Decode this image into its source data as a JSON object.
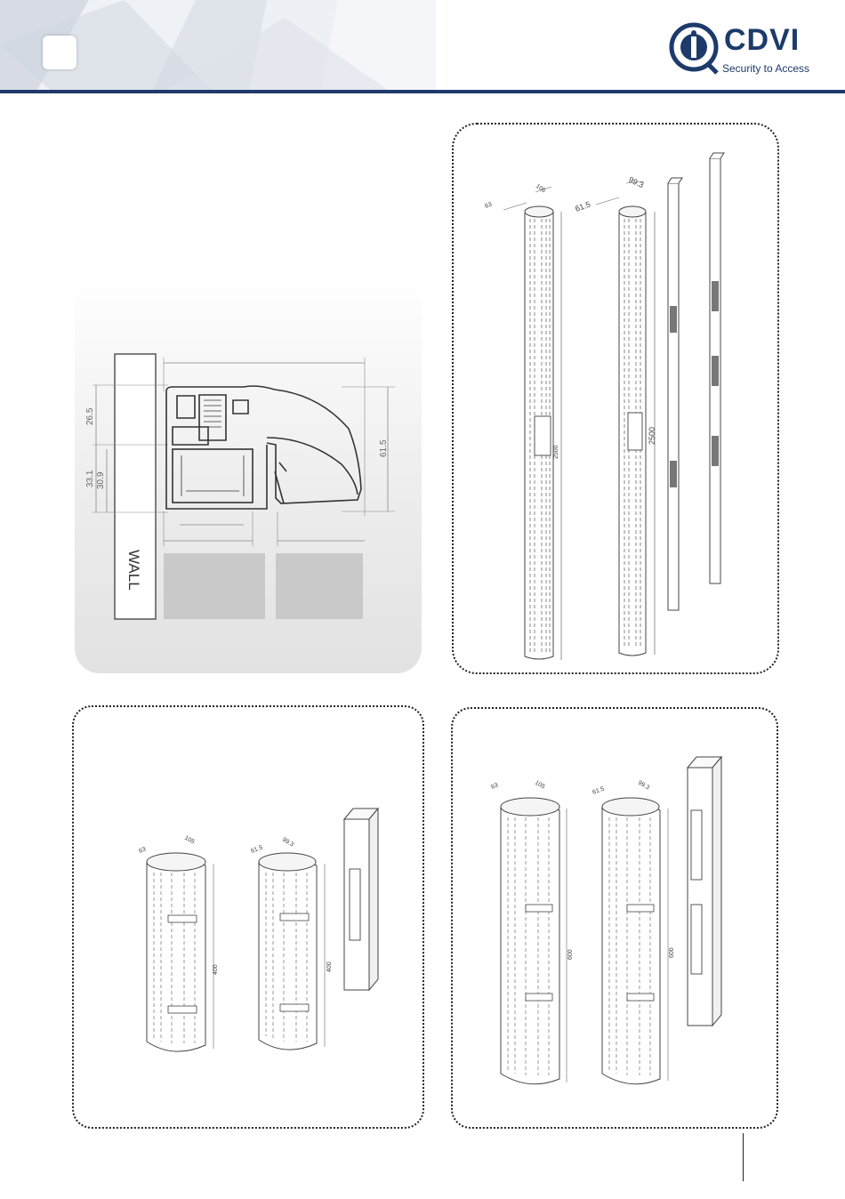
{
  "brand": {
    "name": "CDVI",
    "tagline": "Security to Access",
    "color": "#1d3a6b"
  },
  "cross_section": {
    "wall_label": "WALL",
    "dims": {
      "d1": "26.5",
      "d2": "33.1",
      "d3": "30.9",
      "d4": "61.5"
    }
  },
  "long_profiles": {
    "profile_a": {
      "depth": "63",
      "width": "105",
      "length": "2500"
    },
    "profile_b": {
      "depth": "61.5",
      "width": "99.3",
      "length": "2500"
    }
  },
  "short_profiles": {
    "profile_a": {
      "depth": "63",
      "width": "105",
      "length": "400"
    },
    "profile_b": {
      "depth": "61.5",
      "width": "99.3",
      "length": "400"
    }
  },
  "medium_profiles": {
    "profile_a": {
      "depth": "63",
      "width": "105",
      "length": "600"
    },
    "profile_b": {
      "depth": "61.5",
      "width": "99.3",
      "length": "600"
    }
  }
}
